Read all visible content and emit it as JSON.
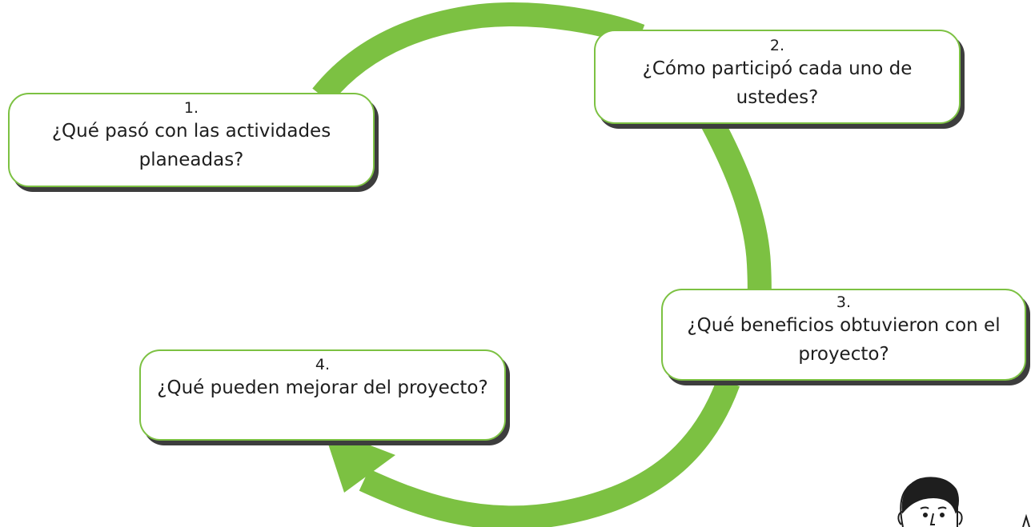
{
  "cycle": {
    "arrow_color": "#7cc142",
    "arrow_icon": "cycle-arrow-icon"
  },
  "steps": [
    {
      "number": "1.",
      "question": "¿Qué pasó con las actividades planeadas?"
    },
    {
      "number": "2.",
      "question": "¿Cómo participó cada uno de ustedes?"
    },
    {
      "number": "3.",
      "question": "¿Qué beneficios obtuvieron con el proyecto?"
    },
    {
      "number": "4.",
      "question": "¿Qué pueden mejorar del proyecto?"
    }
  ],
  "illustration": {
    "icon": "boy-face-illustration-icon"
  }
}
